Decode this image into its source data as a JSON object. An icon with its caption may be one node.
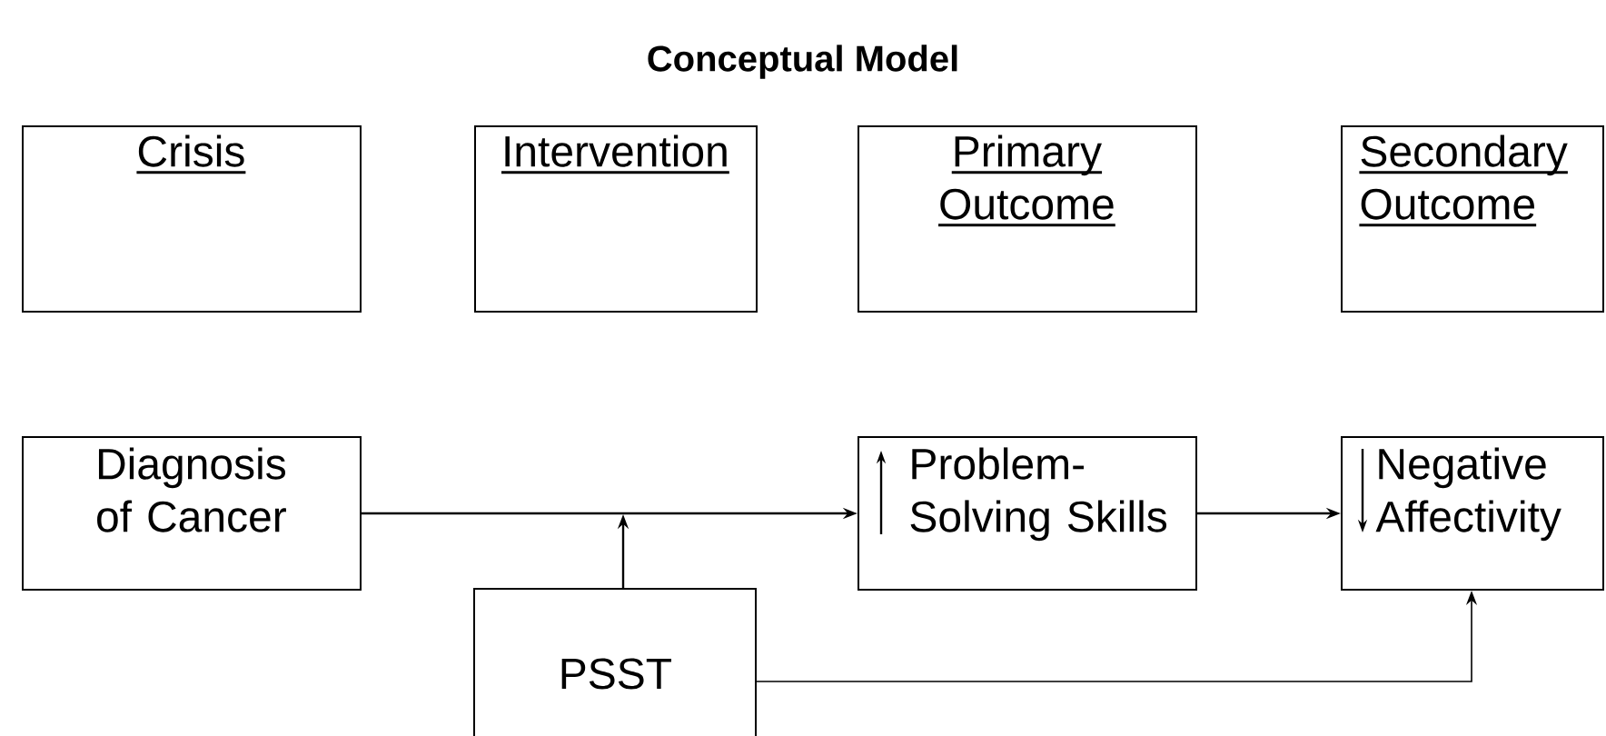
{
  "diagram": {
    "title": "Conceptual Model",
    "nodes": [
      {
        "text": [
          "Crisis"
        ]
      },
      {
        "text": [
          "Intervention"
        ]
      },
      {
        "text": [
          "Primary Outcome"
        ]
      },
      {
        "text": [
          "Secondary Outcome"
        ]
      },
      {
        "text": [
          "Diagnosis of Cancer"
        ]
      },
      {
        "text": [
          "Problem-Solving Skills"
        ]
      },
      {
        "text": [
          "Negative Affectivity"
        ]
      },
      {
        "text": [
          "PSST"
        ]
      }
    ],
    "edges": [
      {
        "from": 4,
        "to": 5,
        "arrow": "to"
      },
      {
        "from": 7,
        "to": null,
        "arrow": "to"
      },
      {
        "from": 5,
        "to": 6,
        "arrow": "to"
      },
      {
        "from": 7,
        "to": 6,
        "arrow": "to"
      }
    ]
  }
}
